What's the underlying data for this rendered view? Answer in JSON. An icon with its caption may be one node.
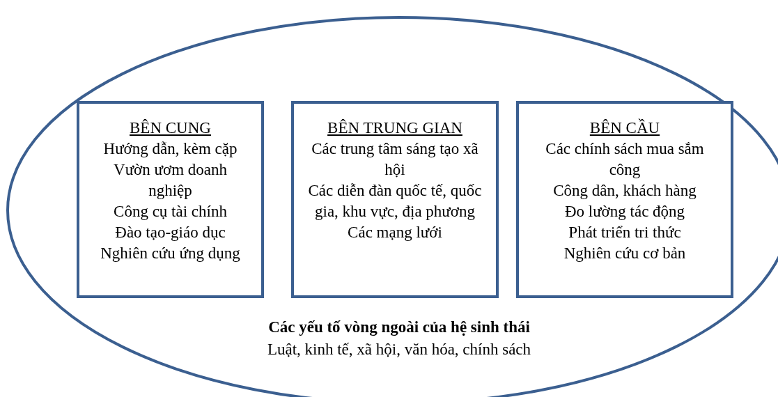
{
  "diagram": {
    "nodes": [
      {
        "text": [
          "Các yếu tố vòng ngoài của hệ sinh thái",
          "Luật, kinh tế, xã hội, văn hóa, chính sách"
        ]
      },
      {
        "text": [
          "BÊN CUNG",
          "Hướng dẫn, kèm cặp",
          "Vườn ươm doanh nghiệp",
          "Công cụ tài chính",
          "Đào tạo-giáo dục",
          "Nghiên cứu ứng dụng"
        ],
        "in": 0
      },
      {
        "text": [
          "BÊN TRUNG GIAN",
          "Các trung tâm sáng tạo xã hội",
          "Các diễn đàn quốc tế, quốc gia, khu vực, địa phương",
          "Các mạng lưới"
        ],
        "in": 0
      },
      {
        "text": [
          "BÊN CẦU",
          "Các chính sách mua sắm công",
          "Công dân, khách hàng",
          "Đo lường tác động",
          "Phát triển tri thức",
          "Nghiên cứu cơ bản"
        ],
        "in": 0
      }
    ]
  }
}
